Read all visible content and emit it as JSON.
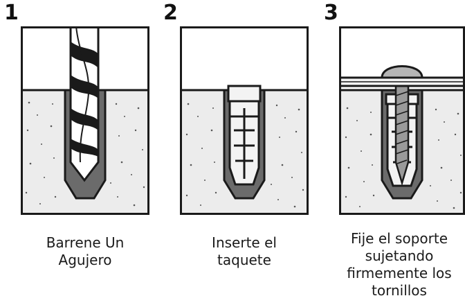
{
  "steps": [
    {
      "number": "1",
      "caption_lines": [
        "Barrene Un",
        "Agujero"
      ]
    },
    {
      "number": "2",
      "caption_lines": [
        "Inserte el",
        "taquete"
      ]
    },
    {
      "number": "3",
      "caption_lines": [
        "Fije el soporte",
        "sujetando",
        "firmemente los",
        "tornillos"
      ]
    }
  ],
  "colors": {
    "concrete": "#ececec",
    "hole": "#6b6b6b",
    "anchor": "#f3f3f3",
    "outline": "#1a1a1a",
    "screw_head": "#b5b5b5",
    "screw_shank": "#9a9a9a"
  }
}
